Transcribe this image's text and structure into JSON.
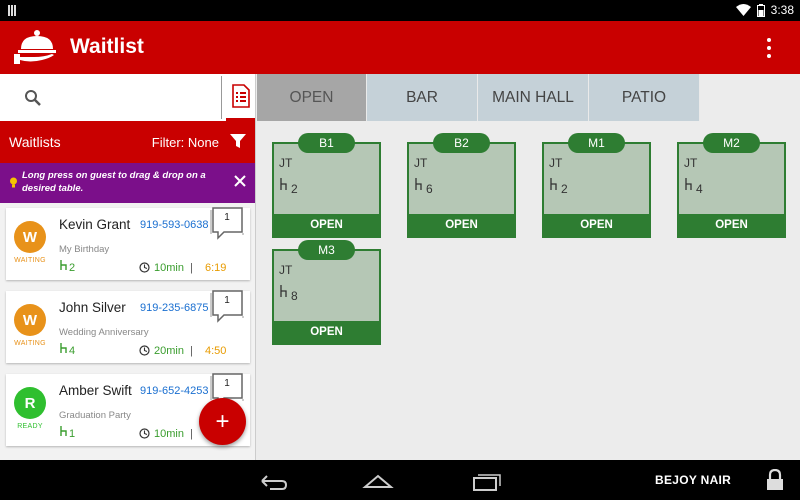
{
  "status": {
    "time": "3:38"
  },
  "app": {
    "title": "Waitlist"
  },
  "search": {
    "placeholder": ""
  },
  "waitlist": {
    "title": "Waitlists",
    "filter": "Filter: None",
    "hint": "Long press on guest to drag & drop on a desired table.",
    "guests": [
      {
        "initial": "W",
        "status": "WAITING",
        "name": "Kevin Grant",
        "phone": "919-593-0638",
        "note": "My Birthday",
        "party": "2",
        "wait": "10min",
        "sep": "|",
        "eta": "6:19",
        "messages": "1",
        "color": "#e8921a"
      },
      {
        "initial": "W",
        "status": "WAITING",
        "name": "John Silver",
        "phone": "919-235-6875",
        "note": "Wedding Anniversary",
        "party": "4",
        "wait": "20min",
        "sep": "|",
        "eta": "4:50",
        "messages": "1",
        "color": "#e8921a"
      },
      {
        "initial": "R",
        "status": "READY",
        "name": "Amber Swift",
        "phone": "919-652-4253",
        "note": "Graduation Party",
        "party": "1",
        "wait": "10min",
        "sep": "|",
        "eta": "",
        "messages": "1",
        "color": "#2fbf2f"
      }
    ],
    "add_label": "+"
  },
  "tabs": [
    {
      "label": "OPEN",
      "active": true
    },
    {
      "label": "BAR",
      "active": false
    },
    {
      "label": "MAIN HALL",
      "active": false
    },
    {
      "label": "PATIO",
      "active": false
    }
  ],
  "tables": [
    {
      "id": "B1",
      "server": "JT",
      "seats": "2",
      "status": "OPEN"
    },
    {
      "id": "B2",
      "server": "JT",
      "seats": "6",
      "status": "OPEN"
    },
    {
      "id": "M1",
      "server": "JT",
      "seats": "2",
      "status": "OPEN"
    },
    {
      "id": "M2",
      "server": "JT",
      "seats": "4",
      "status": "OPEN"
    },
    {
      "id": "M3",
      "server": "JT",
      "seats": "8",
      "status": "OPEN"
    }
  ],
  "nav": {
    "user": "BEJOY NAIR"
  },
  "colors": {
    "brand": "#c90000",
    "table_green": "#2e7d32",
    "table_fill": "#b5c7b5",
    "hint_purple": "#7b0f8a"
  }
}
